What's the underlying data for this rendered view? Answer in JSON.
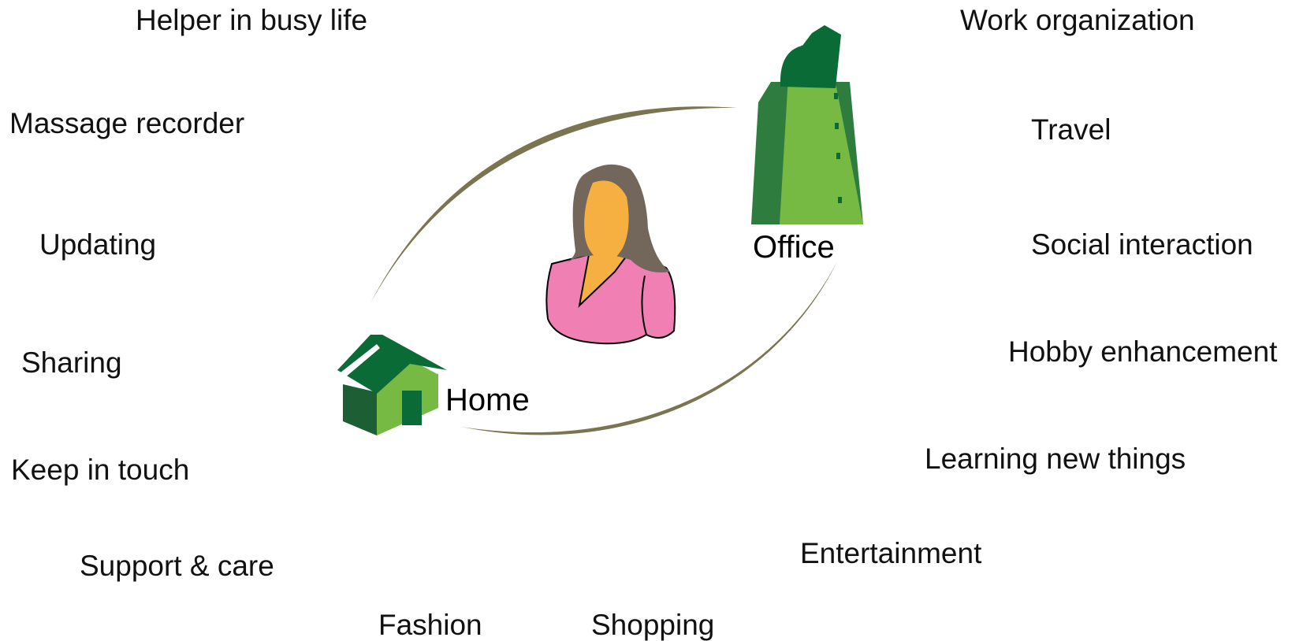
{
  "nodes": {
    "home": "Home",
    "office": "Office"
  },
  "left_labels": [
    "Helper in busy life",
    "Massage recorder",
    "Updating",
    "Sharing",
    "Keep in touch",
    "Support & care"
  ],
  "bottom_labels": [
    "Fashion",
    "Shopping"
  ],
  "right_labels": [
    "Work organization",
    "Travel",
    "Social interaction",
    "Hobby enhancement",
    "Learning new things",
    "Entertainment"
  ],
  "colors": {
    "arc": "#7a7550",
    "dark_green": "#0a6b37",
    "mid_green": "#2f7d3e",
    "light_green": "#76b943",
    "hair": "#73665a",
    "face": "#f5b041",
    "shirt": "#f07fb4"
  },
  "icons": {
    "home": "house-icon",
    "office": "office-building-icon",
    "person": "woman-avatar-icon"
  }
}
